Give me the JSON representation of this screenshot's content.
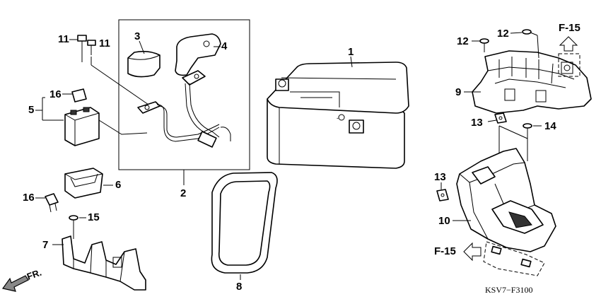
{
  "diagram_code": "KSV7−F3100",
  "direction_label": "FR.",
  "cross_refs": [
    "F-15",
    "F-15"
  ],
  "callouts": {
    "c1": "1",
    "c2": "2",
    "c3": "3",
    "c4": "4",
    "c5": "5",
    "c6": "6",
    "c7": "7",
    "c8": "8",
    "c9": "9",
    "c10": "10",
    "c11a": "11",
    "c11b": "11",
    "c12a": "12",
    "c12b": "12",
    "c13a": "13",
    "c13b": "13",
    "c14": "14",
    "c15": "15",
    "c16a": "16",
    "c16b": "16"
  }
}
